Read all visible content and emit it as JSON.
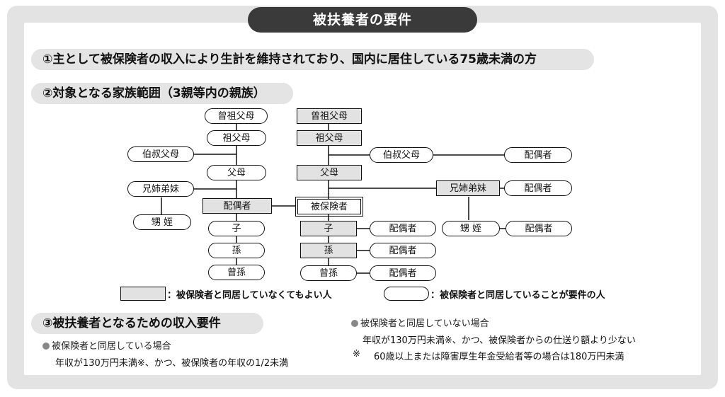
{
  "title": "被扶養者の要件",
  "section1": "①主として被保険者の収入により生計を維持されており、国内に居住している75歳未満の方",
  "section2": "②対象となる家族範囲（3親等内の親族）",
  "section3": "③被扶養者となるための収入要件",
  "tree": {
    "left_great_grandparents": "曾祖父母",
    "left_grandparents": "祖父母",
    "left_uncle_aunt": "伯叔父母",
    "left_parents": "父母",
    "left_siblings": "兄姉弟妹",
    "left_spouse": "配偶者",
    "left_nephew_niece": "甥 姪",
    "left_child": "子",
    "left_grandchild": "孫",
    "left_great_grandchild": "曾孫",
    "self": "被保険者",
    "right_great_grandparents": "曾祖父母",
    "right_grandparents": "祖父母",
    "right_uncle_aunt": "伯叔父母",
    "right_uncle_aunt_spouse": "配偶者",
    "right_parents": "父母",
    "right_siblings": "兄姉弟妹",
    "right_siblings_spouse": "配偶者",
    "right_nephew_niece": "甥 姪",
    "right_nephew_niece_spouse": "配偶者",
    "child": "子",
    "child_spouse": "配偶者",
    "grandchild": "孫",
    "grandchild_spouse": "配偶者",
    "great_grandchild": "曾孫",
    "great_grandchild_spouse": "配偶者"
  },
  "legend": {
    "square_label": "：被保険者と同居していなくてもよい人",
    "round_label": "：被保険者と同居していることが要件の人"
  },
  "income": {
    "living_together_heading": "被保険者と同居している場合",
    "living_together_text": "年収が130万円未満※、かつ、被保険者の年収の1/2未満",
    "not_living_heading": "被保険者と同居していない場合",
    "not_living_text": "年収が130万円未満※、かつ、被保険者からの仕送り額より少ない",
    "note_mark": "※",
    "note_text": "60歳以上または障害厚生年金受給者等の場合は180万円未満"
  }
}
